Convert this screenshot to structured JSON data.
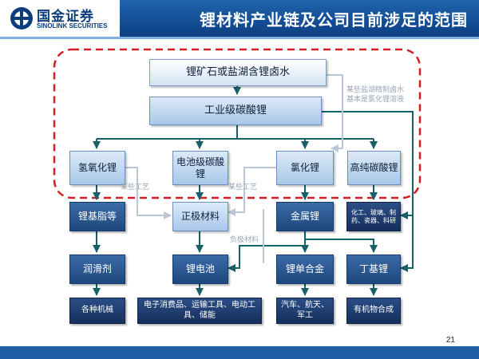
{
  "header": {
    "logo_cn": "国金证券",
    "logo_en": "SINOLINK SECURITIES",
    "title": "锂材料产业链及公司目前涉足的范围"
  },
  "colors": {
    "header_blue": "#0d3f82",
    "connector": "#17606a",
    "scope_dashed_border": "#d41f26",
    "note_gray": "#9aa6b4"
  },
  "nodes": {
    "raw": "锂矿石或盐湖含锂卤水",
    "carbonate": "工业级碳酸锂",
    "hydroxide": "氢氧化锂",
    "battery_carbonate": "电池级碳酸锂",
    "chloride": "氯化锂",
    "high_purity_carbonate": "高纯碳酸锂",
    "grease": "锂基脂等",
    "cathode": "正极材料",
    "metal": "金属锂",
    "chem_uses": "化工、玻璃、制药、瓷器、科研",
    "lubricant": "润滑剂",
    "battery": "锂电池",
    "alloy": "锂单合金",
    "butyllithium": "丁基锂",
    "machinery": "各种机械",
    "battery_uses": "电子消费品、运输工具、电动工具、储能",
    "alloy_uses": "汽车、航天、军工",
    "organic": "有机物合成"
  },
  "notes": {
    "brine_note_line1": "某些盐湖精制卤水",
    "brine_note_line2": "基本是氯化锂溶液",
    "process_left": "某些工艺",
    "process_right": "某些工艺",
    "anode": "负极材料"
  },
  "scope_outline": "红色虚线框标示公司目前涉足范围",
  "page_number": "21"
}
